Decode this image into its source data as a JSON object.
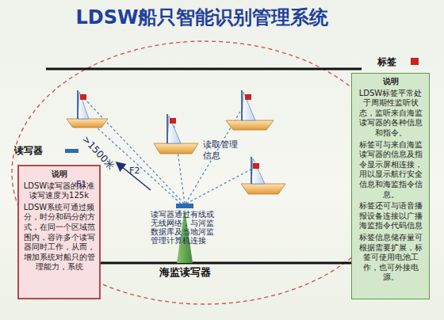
{
  "diagram": {
    "title": "LDSW船只智能识别管理系统",
    "nodes": [
      {
        "text": [
          "说明",
          "LDSW读写器的标准读写速度为125k",
          "LDSW系统可通过频分，时分和码分的方式，在同一个区域范围内，容许多个读写器同时工作，从而，增加系统对船只的管理能力，系统"
        ]
      },
      {
        "text": [
          "说明",
          "LDSW标签平常处于周期性监听状态，监听来自海监读写器的各种信息和指令。",
          "标签可与来自海监读写器的信息及指令显示屏相连接，用以显示航行安全信息和海监指令信息。",
          "标签还可与语音播报设备连接以广播海监指令代码信息",
          "标签信息储存量可根据需要扩展，标签可使用电池工作，也可外接电源。"
        ]
      },
      {
        "text": [
          "海监读写器"
        ]
      }
    ],
    "labels": [
      ">1500米",
      "F1",
      "F2",
      "读取管理信息",
      "读写器通过有线或无线网络，与河监数据库及当地河监管理计算机连接"
    ],
    "legend": [
      {
        "text": "标签",
        "color": "#cc2222"
      },
      {
        "text": "读写器",
        "color": "#2a6ab3"
      }
    ]
  }
}
